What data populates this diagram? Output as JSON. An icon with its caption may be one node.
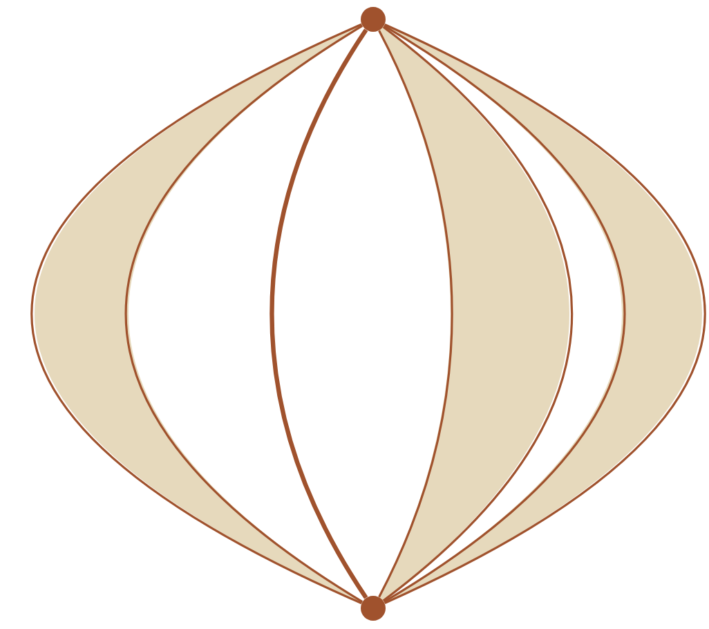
{
  "diagram": {
    "nodes": [
      {
        "text": [],
        "shape": "circle"
      },
      {
        "text": [],
        "shape": "circle"
      }
    ],
    "edges": [
      {
        "from": 0,
        "to": 1,
        "arrow": "none"
      },
      {
        "from": 0,
        "to": 1,
        "arrow": "none"
      },
      {
        "from": 0,
        "to": 1,
        "arrow": "none",
        "style": "thick"
      },
      {
        "from": 0,
        "to": 1,
        "arrow": "none"
      },
      {
        "from": 0,
        "to": 1,
        "arrow": "none"
      },
      {
        "from": 0,
        "to": 1,
        "arrow": "none"
      },
      {
        "from": 0,
        "to": 1,
        "arrow": "none"
      }
    ]
  }
}
